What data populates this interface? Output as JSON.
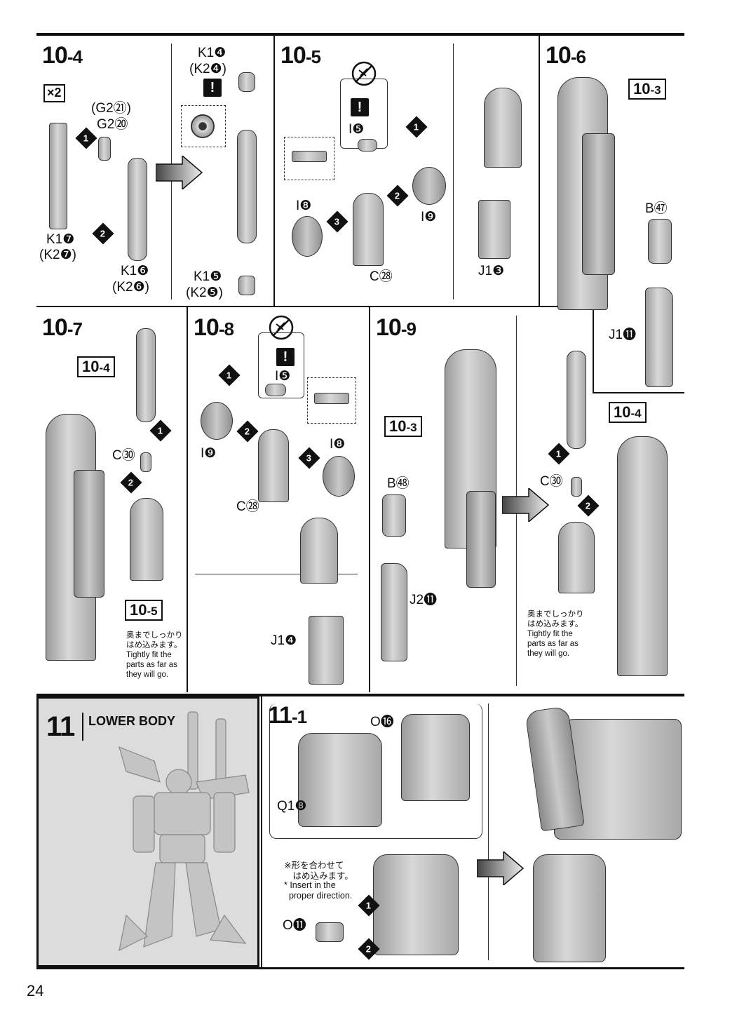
{
  "page": {
    "number": "24"
  },
  "steps": {
    "s10_4": {
      "main": "10",
      "sub": "-4"
    },
    "s10_5": {
      "main": "10",
      "sub": "-5"
    },
    "s10_6": {
      "main": "10",
      "sub": "-6"
    },
    "s10_7": {
      "main": "10",
      "sub": "-7"
    },
    "s10_8": {
      "main": "10",
      "sub": "-8"
    },
    "s10_9": {
      "main": "10",
      "sub": "-9"
    },
    "s11": {
      "main": "11",
      "title": "LOWER BODY"
    },
    "s11_1": {
      "main": "11",
      "sub": "-1"
    }
  },
  "refs": {
    "r10_3": {
      "main": "10",
      "sub": "-3"
    },
    "r10_4": {
      "main": "10",
      "sub": "-4"
    },
    "r10_5": {
      "main": "10",
      "sub": "-5"
    }
  },
  "labels": {
    "x2": "×2",
    "g2_21": "(G2㉑)",
    "g2_20": "G2⑳",
    "k1_7": "K1❼",
    "k2_7": "(K2❼)",
    "k1_6": "K1❻",
    "k2_6": "(K2❻)",
    "k1_4": "K1❹",
    "k2_4": "(K2❹)",
    "k1_5": "K1❺",
    "k2_5": "(K2❺)",
    "i_5": "I❺",
    "i_8": "I❽",
    "i_9": "I❾",
    "c_28": "C㉘",
    "j1_3": "J1❸",
    "b_47": "B㊼",
    "j1_11": "J1⓫",
    "c_30": "C㉚",
    "j1_4": "J1❹",
    "b_48": "B㊽",
    "j2_11": "J2⓫",
    "o_16": "O⓰",
    "q1_8": "Q1❽",
    "o_11": "O⓫"
  },
  "warn": "!",
  "notes": {
    "fit_jp": "奥までしっかり\nはめ込みます。",
    "fit_en": "Tightly fit the\nparts as far as\nthey will go.",
    "dir_jp": "※形を合わせて\n　はめ込みます。",
    "dir_en": "* Insert in the\n  proper direction."
  },
  "badges": [
    "1",
    "2",
    "3"
  ],
  "icons": [
    "no-nipper-icon",
    "warning-icon",
    "arrow-right-icon"
  ],
  "colors": {
    "ink": "#111111",
    "part": "#bdbdbd",
    "panel": "#dcdcdc"
  }
}
